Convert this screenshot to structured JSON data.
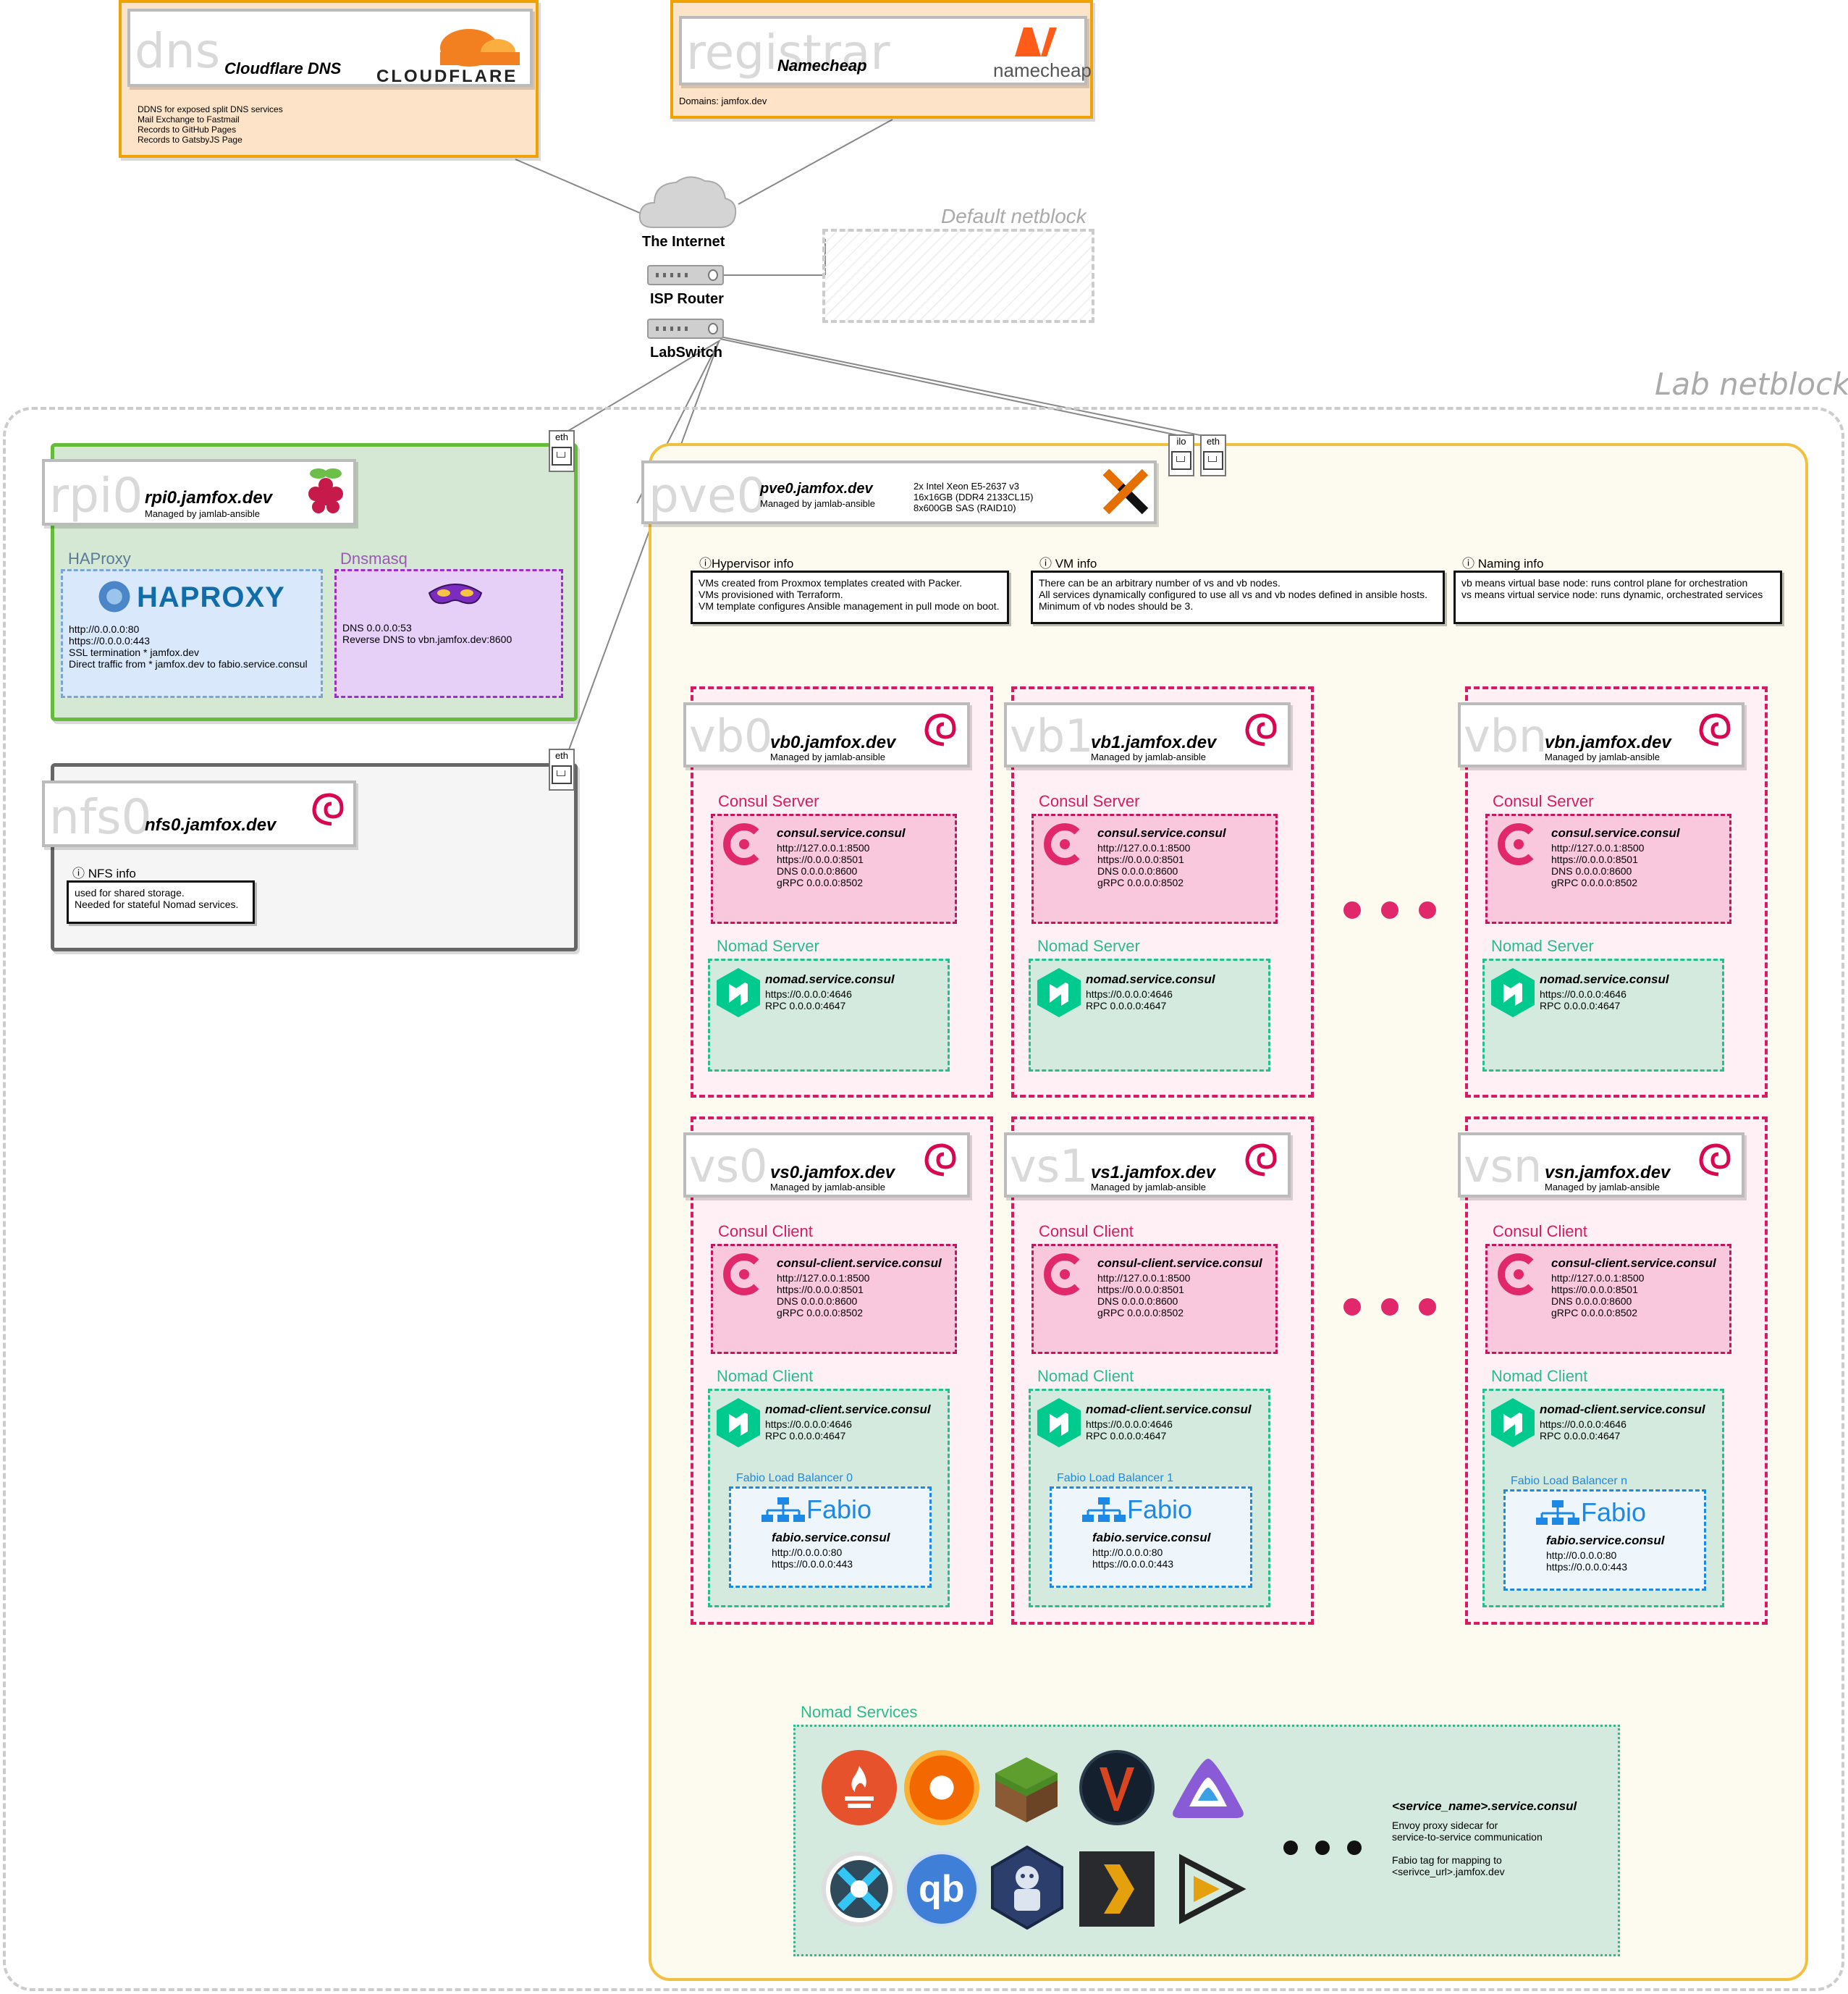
{
  "dns": {
    "big": "dns",
    "title": "Cloudflare DNS",
    "logo": "CLOUDFLARE",
    "notes": "DDNS for exposed split DNS services\nMail Exchange to Fastmail\nRecords to GitHub Pages\nRecords to GatsbyJS Page"
  },
  "registrar": {
    "big": "registrar",
    "title": "Namecheap",
    "logo": "namecheap",
    "notes": "Domains: jamfox.dev"
  },
  "internet": {
    "label": "The Internet"
  },
  "router": {
    "label": "ISP Router"
  },
  "labswitch": {
    "label": "LabSwitch"
  },
  "default_netblock": {
    "label": "Default netblock"
  },
  "lab_netblock": {
    "label": "Lab netblock"
  },
  "ports": {
    "eth": "eth",
    "ilo": "ilo"
  },
  "rpi0": {
    "big": "rpi0",
    "host": "rpi0.jamfox.dev",
    "managed": "Managed by jamlab-ansible",
    "haproxy": {
      "title": "HAProxy",
      "logo": "HAPROXY",
      "notes": "http://0.0.0.0:80\nhttps://0.0.0.0:443\nSSL termination * jamfox.dev\nDirect traffic from * jamfox.dev to fabio.service.consul"
    },
    "dnsmasq": {
      "title": "Dnsmasq",
      "notes": "DNS 0.0.0.0:53\nReverse DNS to vbn.jamfox.dev:8600"
    }
  },
  "nfs0": {
    "big": "nfs0",
    "host": "nfs0.jamfox.dev",
    "info_title": "ⓘ NFS info",
    "info": "used for shared storage.\nNeeded for stateful Nomad services."
  },
  "pve0": {
    "big": "pve0",
    "host": "pve0.jamfox.dev",
    "managed": "Managed by jamlab-ansible",
    "specs": "2x Intel Xeon E5-2637 v3\n16x16GB (DDR4 2133CL15)\n8x600GB SAS (RAID10)",
    "hyp_title": "ⓘHypervisor info",
    "hyp": "VMs created from Proxmox templates created with Packer.\nVMs provisioned with Terraform.\nVM template configures Ansible management in pull mode on boot.",
    "vm_title": "ⓘ VM info",
    "vm": "There can be an arbitrary number of vs and vb nodes.\nAll services dynamically configured to use all vs and vb nodes defined in ansible hosts.\nMinimum of vb nodes should be 3.",
    "naming_title": "ⓘ Naming info",
    "naming": "vb means virtual base node: runs control plane for orchestration\nvs means virtual service node: runs dynamic, orchestrated services"
  },
  "vb_nodes": [
    {
      "big": "vb0",
      "host": "vb0.jamfox.dev",
      "managed": "Managed by jamlab-ansible"
    },
    {
      "big": "vb1",
      "host": "vb1.jamfox.dev",
      "managed": "Managed by jamlab-ansible"
    },
    {
      "big": "vbn",
      "host": "vbn.jamfox.dev",
      "managed": "Managed by jamlab-ansible"
    }
  ],
  "vs_nodes": [
    {
      "big": "vs0",
      "host": "vs0.jamfox.dev",
      "managed": "Managed by jamlab-ansible",
      "fabio_title": "Fabio Load Balancer 0"
    },
    {
      "big": "vs1",
      "host": "vs1.jamfox.dev",
      "managed": "Managed by jamlab-ansible",
      "fabio_title": "Fabio Load Balancer 1"
    },
    {
      "big": "vsn",
      "host": "vsn.jamfox.dev",
      "managed": "Managed by jamlab-ansible",
      "fabio_title": "Fabio Load Balancer n"
    }
  ],
  "consul_server": {
    "title": "Consul Server",
    "svc": "consul.service.consul",
    "notes": "http://127.0.0.1:8500\nhttps://0.0.0.0:8501\nDNS 0.0.0.0:8600\ngRPC 0.0.0.0:8502"
  },
  "nomad_server": {
    "title": "Nomad Server",
    "svc": "nomad.service.consul",
    "notes": "https://0.0.0.0:4646\nRPC 0.0.0.0:4647"
  },
  "consul_client": {
    "title": "Consul Client",
    "svc": "consul-client.service.consul",
    "notes": "http://127.0.0.1:8500\nhttps://0.0.0.0:8501\nDNS 0.0.0.0:8600\ngRPC 0.0.0.0:8502"
  },
  "nomad_client": {
    "title": "Nomad Client",
    "svc": "nomad-client.service.consul",
    "notes": "https://0.0.0.0:4646\nRPC 0.0.0.0:4647"
  },
  "fabio": {
    "logo": "Fabio",
    "svc": "fabio.service.consul",
    "notes": "http://0.0.0.0:80\nhttps://0.0.0.0:443"
  },
  "nomad_services": {
    "title": "Nomad Services",
    "svc": "<service_name>.service.consul",
    "notes": "Envoy proxy sidecar for\nservice-to-service communication\n\nFabio tag for mapping to\n<serivce_url>.jamfox.dev",
    "icons": [
      "prometheus-icon",
      "grafana-icon",
      "minecraft-icon",
      "valheim-icon",
      "jellyfin-icon",
      "sonarr-icon",
      "qbittorrent-icon",
      "ombi-icon",
      "plex-icon",
      "tautulli-icon"
    ]
  },
  "colors": {
    "vm_border": "#d81b60",
    "consul": "#e0286a",
    "nomad": "#26bd8f",
    "fabio": "#1e88e5",
    "rpi_border": "#66bb3a",
    "pve_border": "#f0c040"
  }
}
